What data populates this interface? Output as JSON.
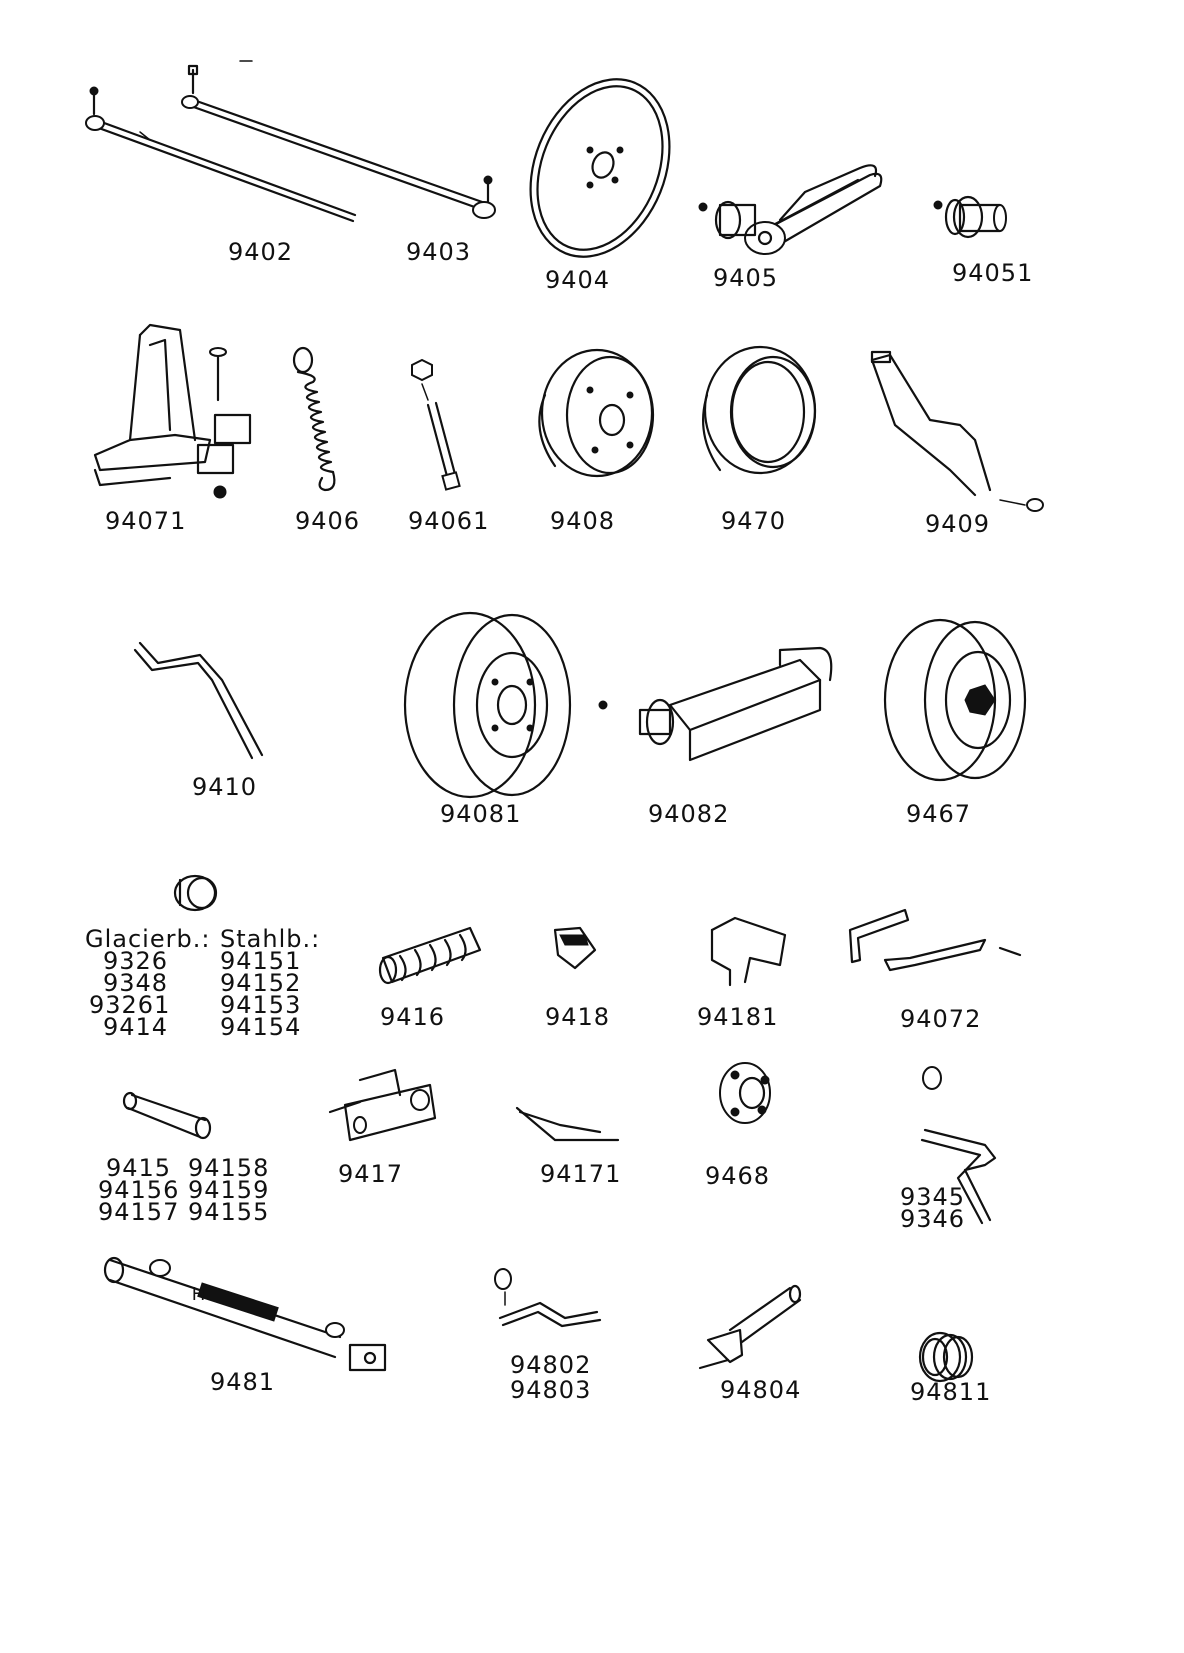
{
  "parts": [
    {
      "id": "p9402",
      "number": "9402"
    },
    {
      "id": "p9403",
      "number": "9403"
    },
    {
      "id": "p9404",
      "number": "9404"
    },
    {
      "id": "p9405",
      "number": "9405"
    },
    {
      "id": "p94051",
      "number": "94051"
    },
    {
      "id": "p94071",
      "number": "94071"
    },
    {
      "id": "p9406",
      "number": "9406"
    },
    {
      "id": "p94061",
      "number": "94061"
    },
    {
      "id": "p9408",
      "number": "9408"
    },
    {
      "id": "p9470",
      "number": "9470"
    },
    {
      "id": "p9409",
      "number": "9409"
    },
    {
      "id": "p9410",
      "number": "9410"
    },
    {
      "id": "p94081",
      "number": "94081"
    },
    {
      "id": "p94082",
      "number": "94082"
    },
    {
      "id": "p9467",
      "number": "9467"
    },
    {
      "id": "p9416",
      "number": "9416"
    },
    {
      "id": "p9418",
      "number": "9418"
    },
    {
      "id": "p94181",
      "number": "94181"
    },
    {
      "id": "p94072",
      "number": "94072"
    },
    {
      "id": "p9417",
      "number": "9417"
    },
    {
      "id": "p94171",
      "number": "94171"
    },
    {
      "id": "p9468",
      "number": "9468"
    },
    {
      "id": "p9481",
      "number": "9481"
    },
    {
      "id": "p94804",
      "number": "94804"
    },
    {
      "id": "p94811",
      "number": "94811"
    }
  ],
  "bushings": {
    "glacier_header": "Glacierb.:",
    "steel_header": "Stahlb.:",
    "glacier_numbers": [
      "9326",
      "9348",
      "93261",
      "9414"
    ],
    "steel_numbers": [
      "94151",
      "94152",
      "94153",
      "94154"
    ]
  },
  "sleeve_group": {
    "col1": [
      "9415",
      "94156",
      "94157"
    ],
    "col2": [
      "94158",
      "94159",
      "94155"
    ]
  },
  "crank_pair": [
    "9345",
    "9346"
  ],
  "pin_pair": [
    "94802",
    "94803"
  ],
  "cylinder_brand": "H"
}
